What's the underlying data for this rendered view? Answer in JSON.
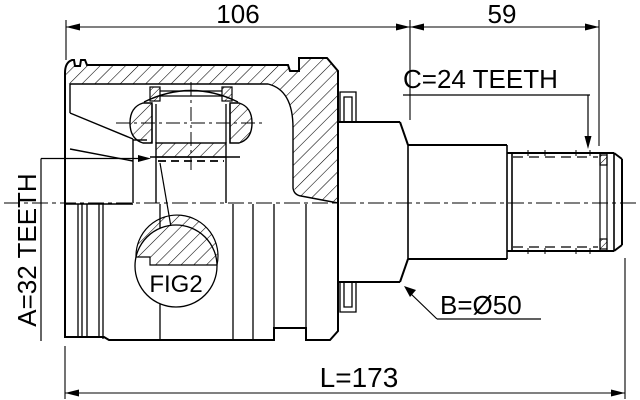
{
  "drawing": {
    "dimensions": {
      "housing_width": "106",
      "spline_length": "59",
      "overall_length": "L=173"
    },
    "callouts": {
      "inner_spline": "A=32 TEETH",
      "outer_spline": "C=24 TEETH",
      "boot_diameter": "B=Ø50",
      "detail_reference": "FIG2"
    },
    "colors": {
      "line": "#000000",
      "background": "#ffffff"
    }
  }
}
